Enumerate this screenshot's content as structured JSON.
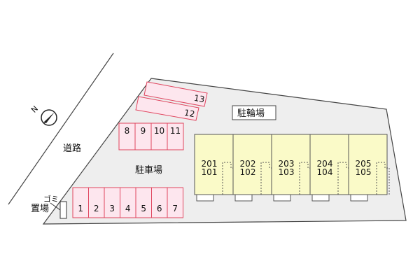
{
  "labels": {
    "road": "道路",
    "parking": "駐車場",
    "bicycle_parking": "駐輪場",
    "garbage_top": "ゴミ",
    "garbage_bottom": "置場"
  },
  "parking_slots_bottom": [
    "1",
    "2",
    "3",
    "4",
    "5",
    "6",
    "7"
  ],
  "parking_slots_top": [
    "8",
    "9",
    "10",
    "11"
  ],
  "parking_slots_slanted": [
    "13",
    "12"
  ],
  "units": [
    {
      "upper": "201",
      "lower": "101"
    },
    {
      "upper": "202",
      "lower": "102"
    },
    {
      "upper": "203",
      "lower": "103"
    },
    {
      "upper": "204",
      "lower": "104"
    },
    {
      "upper": "205",
      "lower": "105"
    }
  ],
  "compass": {
    "letter": "N"
  },
  "colors": {
    "parking_fill": "#fde6ee",
    "parking_stroke": "#e0455f",
    "building_fill": "#fafac8",
    "lot_fill": "#eeeeee"
  }
}
